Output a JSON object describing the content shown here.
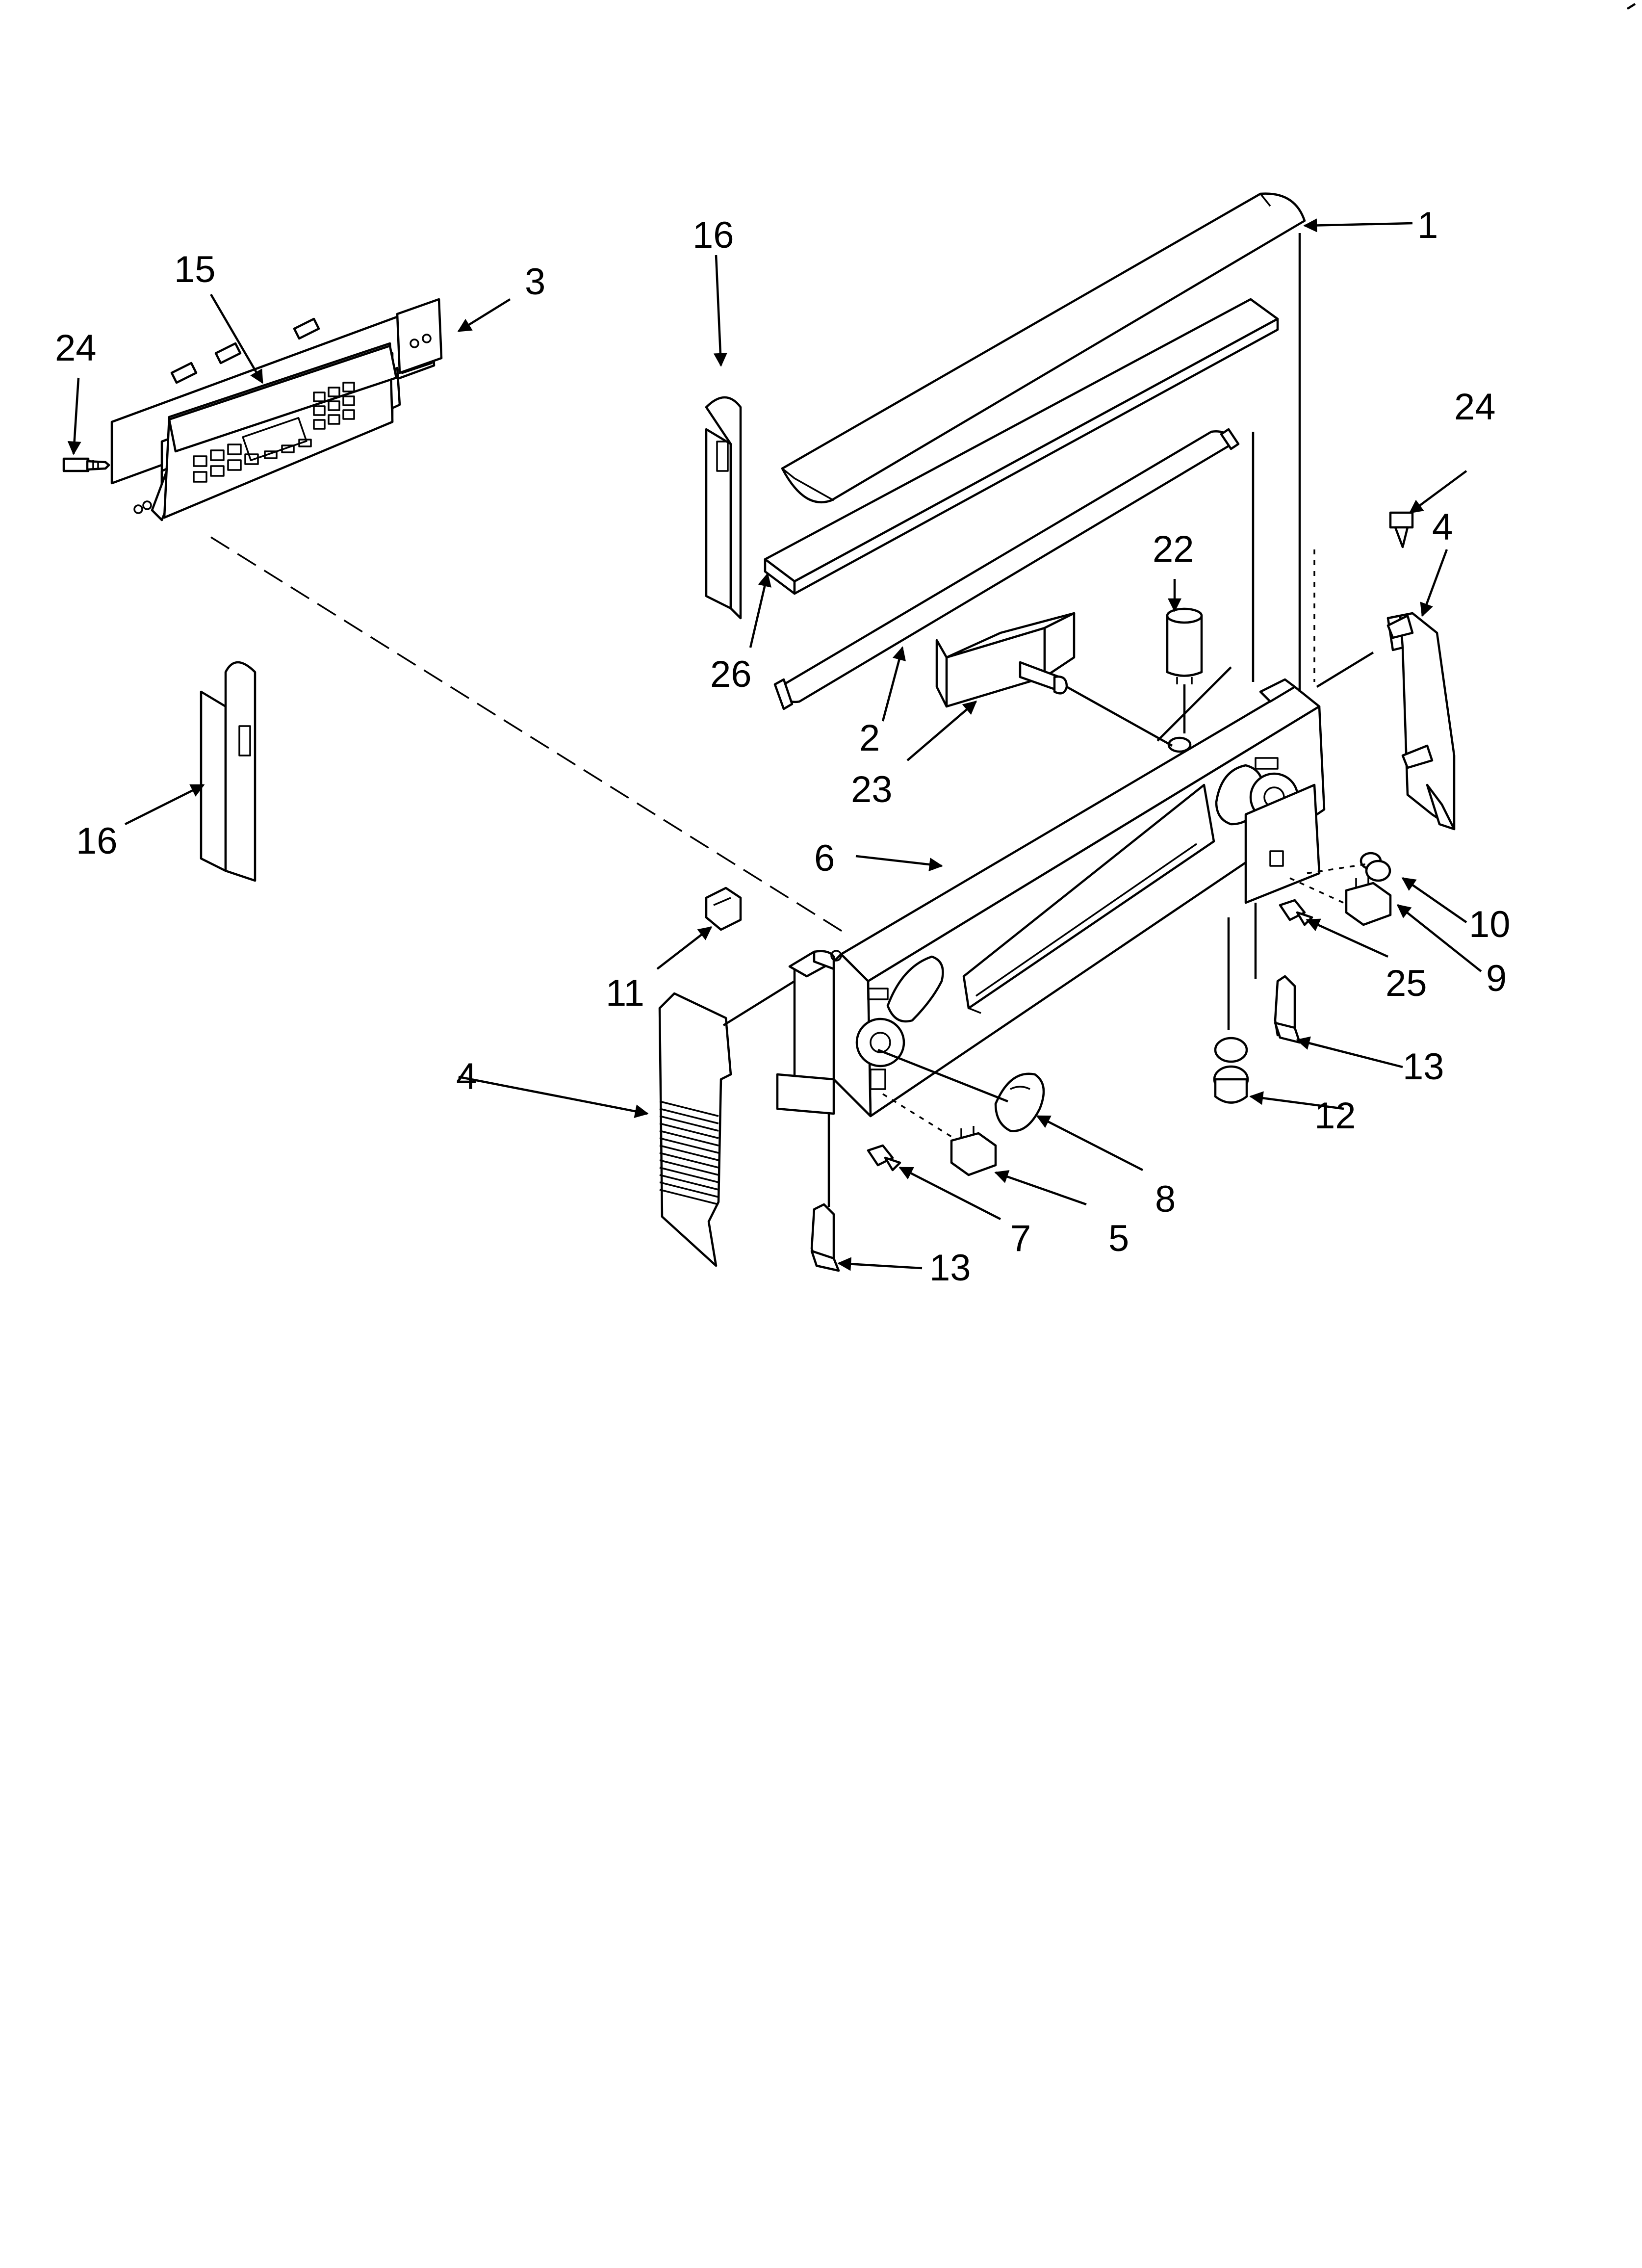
{
  "diagram": {
    "callouts": [
      {
        "id": "1",
        "text": "1"
      },
      {
        "id": "2",
        "text": "2"
      },
      {
        "id": "3",
        "text": "3"
      },
      {
        "id": "4a",
        "text": "4"
      },
      {
        "id": "4b",
        "text": "4"
      },
      {
        "id": "5",
        "text": "5"
      },
      {
        "id": "6",
        "text": "6"
      },
      {
        "id": "7",
        "text": "7"
      },
      {
        "id": "8",
        "text": "8"
      },
      {
        "id": "9",
        "text": "9"
      },
      {
        "id": "10",
        "text": "10"
      },
      {
        "id": "11",
        "text": "11"
      },
      {
        "id": "12",
        "text": "12"
      },
      {
        "id": "13a",
        "text": "13"
      },
      {
        "id": "13b",
        "text": "13"
      },
      {
        "id": "15",
        "text": "15"
      },
      {
        "id": "16a",
        "text": "16"
      },
      {
        "id": "16b",
        "text": "16"
      },
      {
        "id": "22",
        "text": "22"
      },
      {
        "id": "23",
        "text": "23"
      },
      {
        "id": "24a",
        "text": "24"
      },
      {
        "id": "24b",
        "text": "24"
      },
      {
        "id": "25",
        "text": "25"
      },
      {
        "id": "26",
        "text": "26"
      }
    ]
  },
  "colors": {
    "ink": "#000000",
    "paper": "#ffffff"
  }
}
